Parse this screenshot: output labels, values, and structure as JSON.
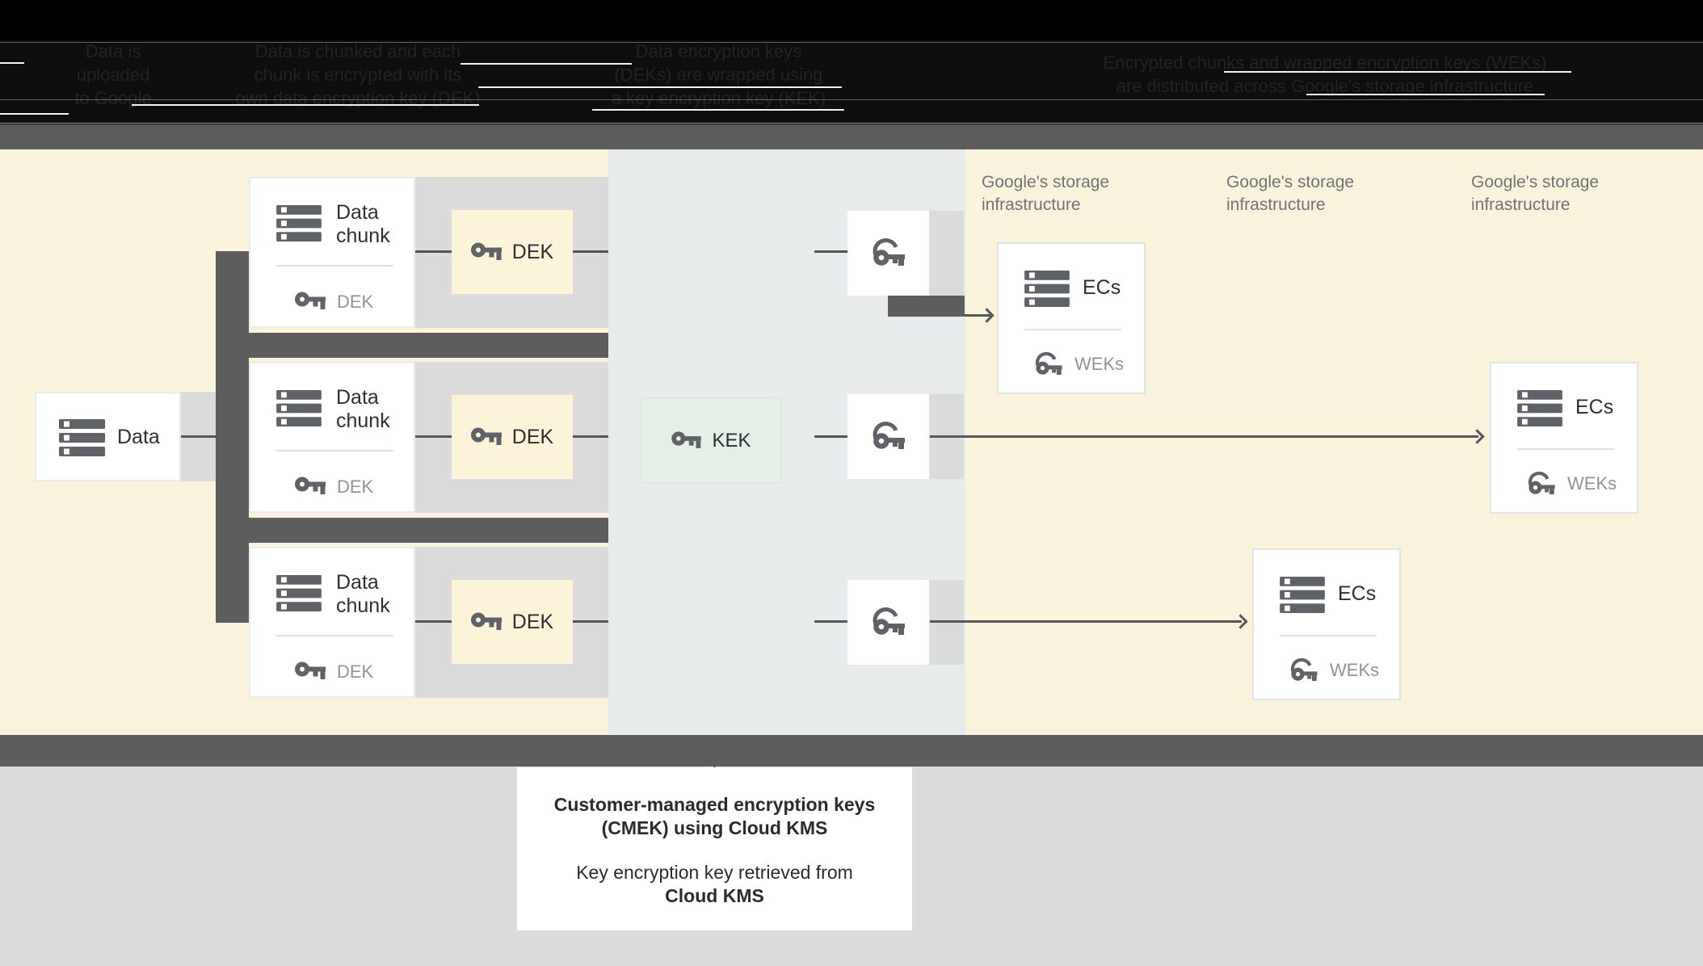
{
  "header": {
    "columns": [
      {
        "lines": [
          "Data is",
          "uploaded",
          "to Google"
        ]
      },
      {
        "lines": [
          "Data is chunked and each",
          "chunk is encrypted with its",
          "own data encryption key (DEK)"
        ]
      },
      {
        "lines": [
          "Data encryption keys",
          "(DEKs) are wrapped using",
          "a key encryption key (KEK)"
        ]
      },
      {
        "lines": [
          "Encrypted chunks and wrapped encryption keys (WEKs)",
          "are distributed across Google's storage infrastructure"
        ]
      }
    ]
  },
  "diagram": {
    "data_box": {
      "label": "Data"
    },
    "chunk_boxes": [
      {
        "line1": "Data",
        "line2": "chunk",
        "key_label": "DEK"
      },
      {
        "line1": "Data",
        "line2": "chunk",
        "key_label": "DEK"
      },
      {
        "line1": "Data",
        "line2": "chunk",
        "key_label": "DEK"
      }
    ],
    "dek_boxes": [
      {
        "label": "DEK"
      },
      {
        "label": "DEK"
      },
      {
        "label": "DEK"
      }
    ],
    "kek_box": {
      "label": "KEK"
    },
    "storage_labels": [
      {
        "line1": "Google's storage",
        "line2": "infrastructure"
      },
      {
        "line1": "Google's storage",
        "line2": "infrastructure"
      },
      {
        "line1": "Google's storage",
        "line2": "infrastructure"
      }
    ],
    "ecs_boxes": [
      {
        "title": "ECs",
        "key_label": "WEKs"
      },
      {
        "title": "ECs",
        "key_label": "WEKs"
      },
      {
        "title": "ECs",
        "key_label": "WEKs"
      }
    ]
  },
  "footer": {
    "line1": "Customer-managed encryption keys",
    "line2": "(CMEK) using Cloud KMS",
    "line3": "Key encryption key retrieved from",
    "line4": "Cloud KMS"
  },
  "colors": {
    "cream_background": "#faf3dc",
    "kms_region_background": "#e7ebec",
    "dek_box": "#fcf4d9",
    "kek_box": "#e4efe8",
    "dark_gray": "#5d5d5d",
    "light_strip": "#dbdbdb",
    "icon_gray": "#5f6368",
    "muted_text": "#949494",
    "label_text": "#707477"
  }
}
